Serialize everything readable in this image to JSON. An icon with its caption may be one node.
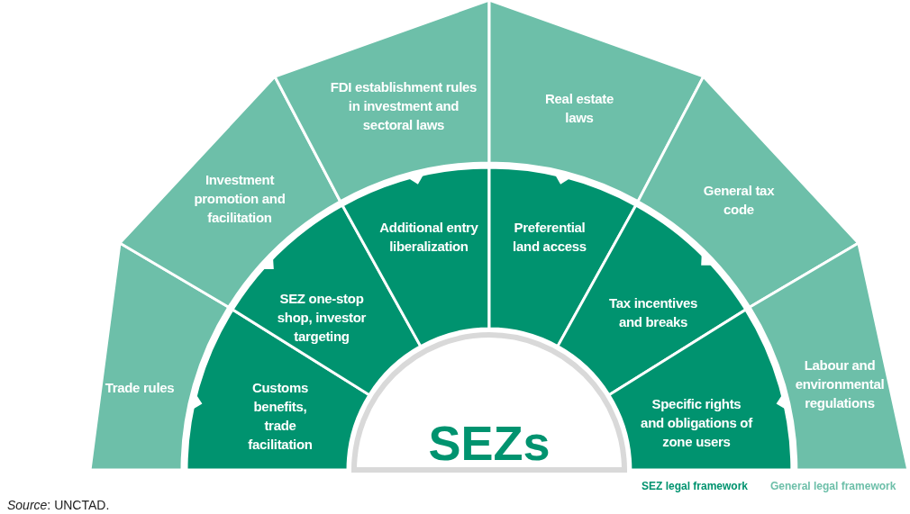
{
  "diagram": {
    "nodes": [
      {
        "text": [
          "Trade rules"
        ]
      },
      {
        "text": [
          "Investment promotion and facilitation"
        ]
      },
      {
        "text": [
          "FDI establishment rules in investment and sectoral laws"
        ]
      },
      {
        "text": [
          "Real estate laws"
        ]
      },
      {
        "text": [
          "General tax code"
        ]
      },
      {
        "text": [
          "Labour and environmental regulations"
        ]
      },
      {
        "text": [
          "Customs benefits, trade facilitation"
        ]
      },
      {
        "text": [
          "SEZ one-stop shop, investor targeting"
        ]
      },
      {
        "text": [
          "Additional entry liberalization"
        ]
      },
      {
        "text": [
          "Preferential land access"
        ]
      },
      {
        "text": [
          "Tax incentives and breaks"
        ]
      },
      {
        "text": [
          "Specific rights and obligations of zone users"
        ]
      },
      {
        "text": [
          "SEZs"
        ]
      }
    ],
    "labels": [
      "*Source*: UNCTAD."
    ],
    "legend": [
      {
        "text": "SEZ legal framework",
        "color": "#00936f"
      },
      {
        "text": "General legal framework",
        "color": "#6dbfa9"
      }
    ]
  }
}
